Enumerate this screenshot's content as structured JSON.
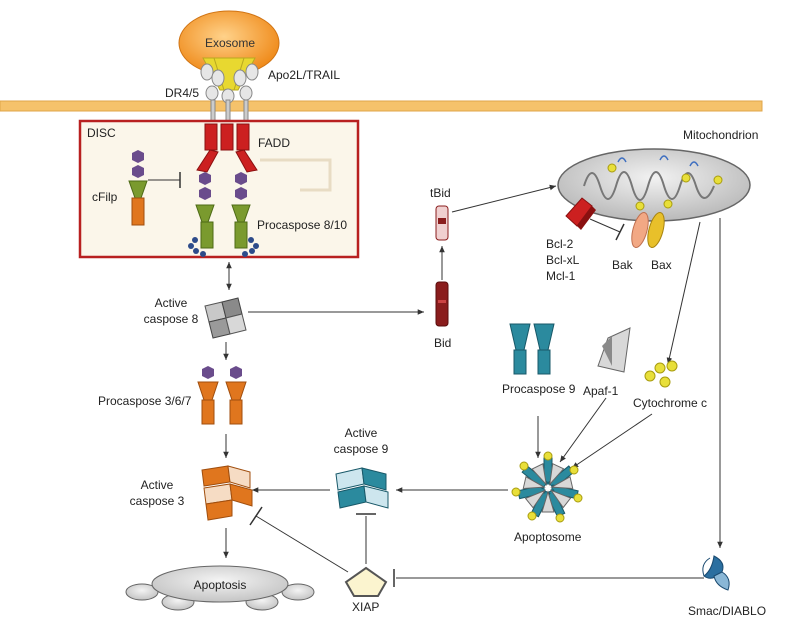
{
  "labels": {
    "exosome": "Exosome",
    "apo2l_trail": "Apo2L/TRAIL",
    "dr45": "DR4/5",
    "disc": "DISC",
    "fadd": "FADD",
    "cflip": "cFilp",
    "procaspase_8_10": "Procaspose 8/10",
    "mitochondrion": "Mitochondrion",
    "tbid": "tBid",
    "bcl2": "Bcl-2",
    "bclxl": "Bcl-xL",
    "mcl1": "Mcl-1",
    "bak": "Bak",
    "bax": "Bax",
    "active_caspase_8_line1": "Active",
    "active_caspase_8_line2": "caspose 8",
    "bid": "Bid",
    "procaspase_9": "Procaspose 9",
    "apaf1": "Apaf-1",
    "cytochrome_c": "Cytochrome c",
    "procaspase_367": "Procaspose 3/6/7",
    "active_caspase_9_line1": "Active",
    "active_caspase_9_line2": "caspose 9",
    "active_caspase_3_line1": "Active",
    "active_caspase_3_line2": "caspose 3",
    "apoptosome": "Apoptosome",
    "apoptosis": "Apoptosis",
    "xiap": "XIAP",
    "smac_diablo": "Smac/DIABLO"
  },
  "colors": {
    "membrane": "#f5c26b",
    "disc_border": "#b82020",
    "disc_fill": "#fbf6ea",
    "fadd": "#cc2020",
    "caspase_8_green": "#7a9a2e",
    "dead_domain_purple": "#6a4c8c",
    "procaspase_orange": "#e0761e",
    "procaspase_9_teal": "#2b8a9e",
    "bid_red": "#8a1d1d",
    "exosome_orange": "#f39a2e",
    "trail_yellow": "#e8d830",
    "bax_yellow": "#e8c02a",
    "bak_peach": "#f2a884",
    "cytochrome_yellow": "#e8df3a",
    "line": "#333333"
  }
}
